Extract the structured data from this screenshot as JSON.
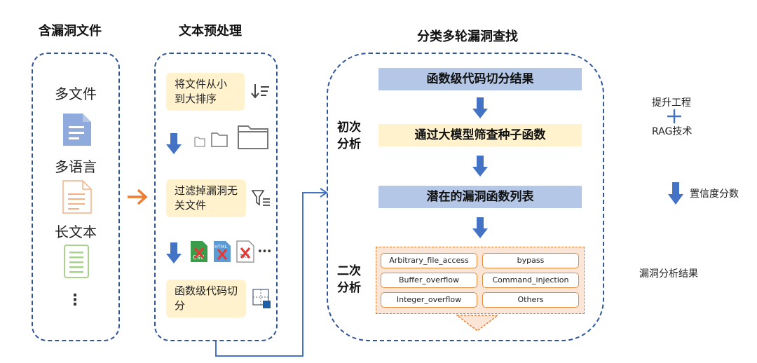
{
  "columns": {
    "input": {
      "title": "含漏洞文件",
      "items": [
        "多文件",
        "多语言",
        "长文本"
      ],
      "more": "⋮"
    },
    "preprocess": {
      "title": "文本预处理",
      "step1": "将文件从小到大排序",
      "step2": "过滤掉漏洞无关文件",
      "step3": "函数级代码切分",
      "more": "•••"
    },
    "analysis": {
      "title": "分类多轮漏洞查找",
      "stage1": "初次分析",
      "stage2": "二次分析",
      "bar1": "函数级代码切分结果",
      "bar2": "通过大模型筛查种子函数",
      "bar3": "潜在的漏洞函数列表",
      "vuln_types": [
        "Arbitrary_file_access",
        "bypass",
        "Buffer_overflow",
        "Command_injection",
        "Integer_overflow",
        "Others"
      ]
    }
  },
  "legend": {
    "plus_top": "提升工程",
    "plus_bottom": "RAG技术",
    "arrow_label": "置信度分数",
    "result_label": "漏洞分析结果"
  },
  "colors": {
    "panel_border": "#2f5597",
    "down_arrow": "#4472c4",
    "orange_arrow": "#ed7d31",
    "bar_blue": "#b4c7e7",
    "bar_yellow": "#fff2cc",
    "vuln_border": "#e2893a"
  },
  "icons": [
    "doc-blue-icon",
    "doc-orange-icon",
    "doc-green-icon",
    "sort-icon",
    "folders-icon",
    "filter-icon",
    "csv-file-icon",
    "html-file-icon",
    "txt-file-icon",
    "split-icon",
    "plus-icon",
    "down-arrow-icon"
  ]
}
